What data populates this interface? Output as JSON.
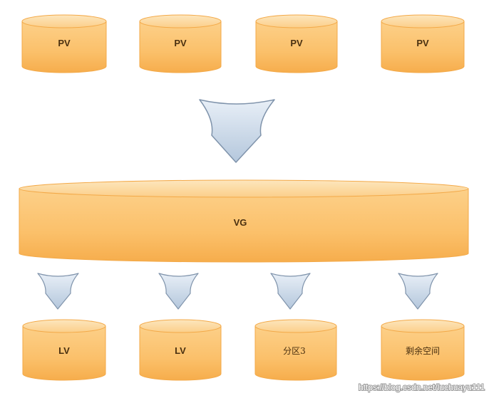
{
  "pv_disks": [
    {
      "label": "PV"
    },
    {
      "label": "PV"
    },
    {
      "label": "PV"
    },
    {
      "label": "PV"
    }
  ],
  "volume_group": {
    "label": "VG"
  },
  "lv_disks": [
    {
      "label": "LV"
    },
    {
      "label": "LV"
    },
    {
      "label": "分区3"
    },
    {
      "label": "剩余空间"
    }
  ],
  "watermark": "https://blog.csdn.net/luchuayu111",
  "colors": {
    "cylinder_fill": "#fbc06a",
    "cylinder_light": "#fde2b3",
    "cylinder_edge": "#f3a948",
    "arrow_fill": "#c9d8e8",
    "arrow_edge": "#7f93ab"
  }
}
